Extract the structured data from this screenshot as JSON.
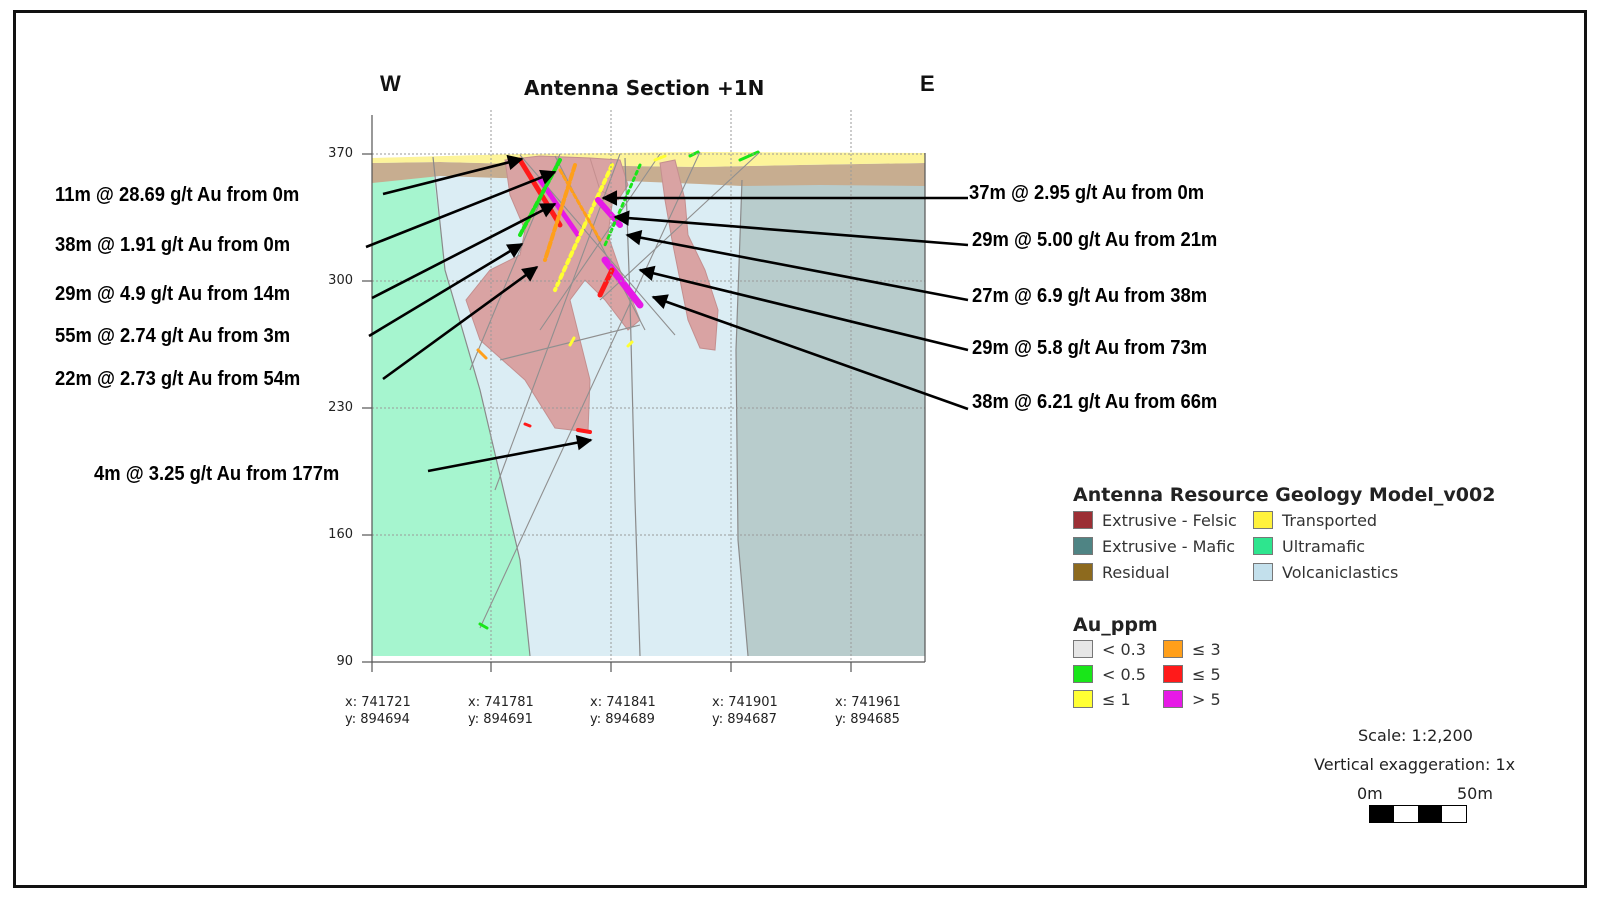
{
  "section": {
    "title": "Antenna Section +1N",
    "west_label": "W",
    "east_label": "E"
  },
  "axis": {
    "y_ticks": [
      "370",
      "300",
      "230",
      "160",
      "90"
    ],
    "x_ticks": [
      {
        "x": "x: 741721",
        "y": "y: 894694"
      },
      {
        "x": "x: 741781",
        "y": "y: 894691"
      },
      {
        "x": "x: 741841",
        "y": "y: 894689"
      },
      {
        "x": "x: 741901",
        "y": "y: 894687"
      },
      {
        "x": "x: 741961",
        "y": "y: 894685"
      }
    ]
  },
  "intercepts": {
    "left": [
      "11m @ 28.69 g/t Au from 0m",
      "38m @ 1.91 g/t Au from 0m",
      "29m @ 4.9 g/t Au from 14m",
      "55m @ 2.74 g/t Au from 3m",
      "22m @ 2.73 g/t Au from 54m",
      "4m @ 3.25 g/t Au from 177m"
    ],
    "right": [
      "37m @ 2.95 g/t Au from 0m",
      "29m @ 5.00 g/t Au from 21m",
      "27m @ 6.9 g/t Au from 38m",
      "29m @ 5.8 g/t Au from 73m",
      "38m @ 6.21 g/t Au from 66m"
    ]
  },
  "geology_legend": {
    "title": "Antenna Resource Geology Model_v002",
    "items": [
      {
        "label": "Extrusive - Felsic",
        "color": "#9c2f35"
      },
      {
        "label": "Transported",
        "color": "#fff23c"
      },
      {
        "label": "Extrusive - Mafic",
        "color": "#4f8484"
      },
      {
        "label": "Ultramafic",
        "color": "#2ee58e"
      },
      {
        "label": "Residual",
        "color": "#8d6a1e"
      },
      {
        "label": "Volcaniclastics",
        "color": "#c3e0ec"
      }
    ]
  },
  "au_legend": {
    "title": "Au_ppm",
    "items": [
      {
        "label": "< 0.3",
        "color": "#e6e6e6"
      },
      {
        "label": "≤ 3",
        "color": "#ff9f1a"
      },
      {
        "label": "< 0.5",
        "color": "#19e619"
      },
      {
        "label": "≤ 5",
        "color": "#ff1a1a"
      },
      {
        "label": "≤ 1",
        "color": "#ffff33"
      },
      {
        "label": "> 5",
        "color": "#e619e6"
      }
    ]
  },
  "scale": {
    "ratio": "Scale: 1:2,200",
    "vertical_exaggeration": "Vertical exaggeration: 1x",
    "bar_start": "0m",
    "bar_end": "50m"
  },
  "colors": {
    "felsic_body": "#d9a3a3",
    "residual_layer": "#c7ad90",
    "transported_layer": "#fdf49a",
    "mafic_fill": "#b8cccc",
    "ultramafic_fill": "#a6f5cf",
    "volcaniclastic_fill": "#dbedf4",
    "grid": "#9a9a9a",
    "arrow": "#000000"
  }
}
